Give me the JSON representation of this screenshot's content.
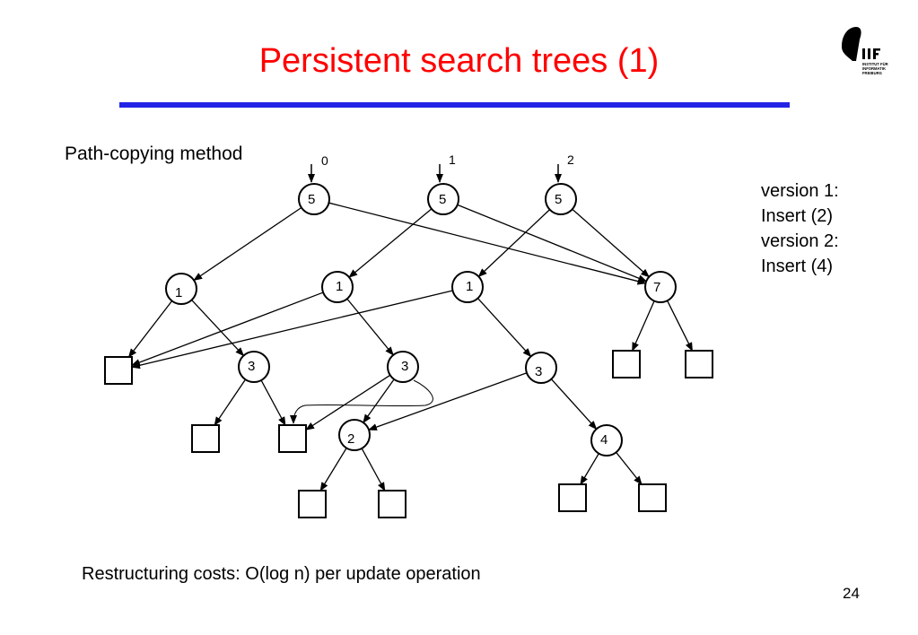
{
  "title": "Persistent search trees (1)",
  "logo": {
    "icon": "iif-logo-icon",
    "initials": "IIF",
    "lines": [
      "INSTITUT FÜR",
      "INFORMATIK",
      "FREIBURG"
    ]
  },
  "method_label": "Path-copying method",
  "version_notes": [
    "version 1:",
    "Insert (2)",
    "version 2:",
    "Insert (4)"
  ],
  "footer_note": "Restructuring costs: O(log n) per update operation",
  "page_number": "24",
  "colors": {
    "title": "#ff0000",
    "rule": "#2323e6",
    "ink": "#000000"
  },
  "versions": [
    {
      "label": "0",
      "root": "5"
    },
    {
      "label": "1",
      "root": "5"
    },
    {
      "label": "2",
      "root": "5"
    }
  ],
  "nodes": [
    {
      "id": "r0",
      "key": "5"
    },
    {
      "id": "r1",
      "key": "5"
    },
    {
      "id": "r2",
      "key": "5"
    },
    {
      "id": "a0",
      "key": "1"
    },
    {
      "id": "a1",
      "key": "1"
    },
    {
      "id": "a2",
      "key": "1"
    },
    {
      "id": "n7",
      "key": "7"
    },
    {
      "id": "b0",
      "key": "3"
    },
    {
      "id": "b1",
      "key": "3"
    },
    {
      "id": "b2",
      "key": "3"
    },
    {
      "id": "c2",
      "key": "2"
    },
    {
      "id": "c4",
      "key": "4"
    }
  ],
  "leaves": [
    "L1",
    "L7a",
    "L7b",
    "L3a",
    "L3b",
    "L2a",
    "L2b",
    "L4a",
    "L4b"
  ],
  "edges": [
    [
      "r0",
      "a0"
    ],
    [
      "r0",
      "n7"
    ],
    [
      "r1",
      "a1"
    ],
    [
      "r1",
      "n7"
    ],
    [
      "r2",
      "a2"
    ],
    [
      "r2",
      "n7"
    ],
    [
      "a0",
      "L1"
    ],
    [
      "a0",
      "b0"
    ],
    [
      "a1",
      "L1"
    ],
    [
      "a1",
      "b1"
    ],
    [
      "a2",
      "L1"
    ],
    [
      "a2",
      "b2"
    ],
    [
      "n7",
      "L7a"
    ],
    [
      "n7",
      "L7b"
    ],
    [
      "b0",
      "L3a"
    ],
    [
      "b0",
      "L3b"
    ],
    [
      "b1",
      "c2"
    ],
    [
      "b1",
      "L3b"
    ],
    [
      "b2",
      "c2"
    ],
    [
      "b2",
      "c4"
    ],
    [
      "c2",
      "L2a"
    ],
    [
      "c2",
      "L2b"
    ],
    [
      "c4",
      "L4a"
    ],
    [
      "c4",
      "L4b"
    ]
  ]
}
